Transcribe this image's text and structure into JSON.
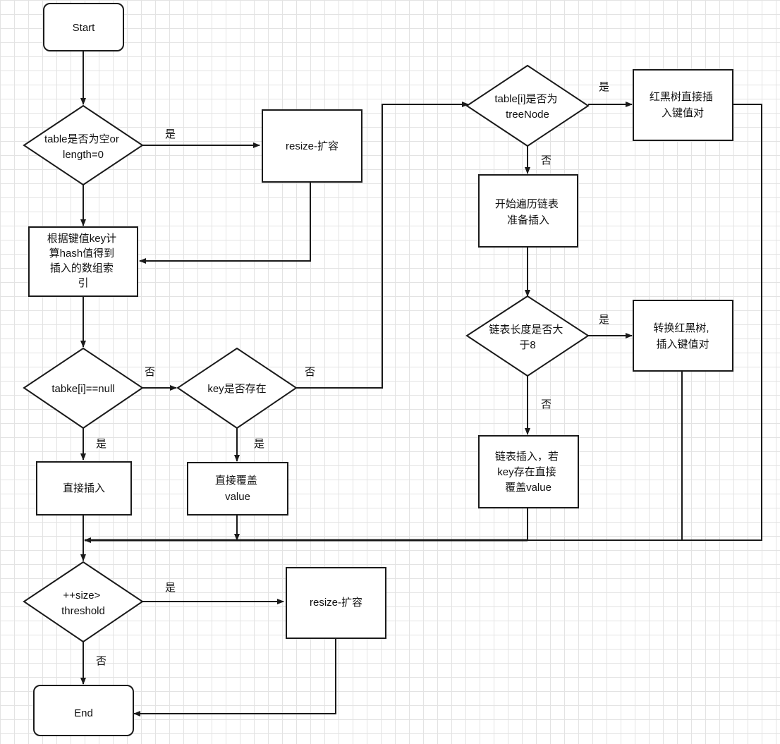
{
  "nodes": {
    "start": "Start",
    "check_empty": [
      "table是否为空or",
      "length=0"
    ],
    "resize_1": "resize-扩容",
    "compute_hash": [
      "根据键值key计",
      "算hash值得到",
      "插入的数组索",
      "引"
    ],
    "check_null": "tabke[i]==null",
    "key_exists": "key是否存在",
    "direct_insert": "直接插入",
    "direct_override": [
      "直接覆盖",
      "value"
    ],
    "check_treenode": [
      "table[i]是否为",
      "treeNode"
    ],
    "rbtree_insert": [
      "红黑树直接插",
      "入键值对"
    ],
    "traverse_list": [
      "开始遍历链表",
      "准备插入"
    ],
    "check_length": [
      "链表长度是否大",
      "于8"
    ],
    "convert_rbtree": [
      "转换红黑树,",
      "插入键值对"
    ],
    "list_insert": [
      "链表插入，若",
      "key存在直接",
      "覆盖value"
    ],
    "check_threshold": [
      "++size>",
      "threshold"
    ],
    "resize_2": "resize-扩容",
    "end": "End"
  },
  "edge_labels": {
    "yes": "是",
    "no": "否"
  }
}
